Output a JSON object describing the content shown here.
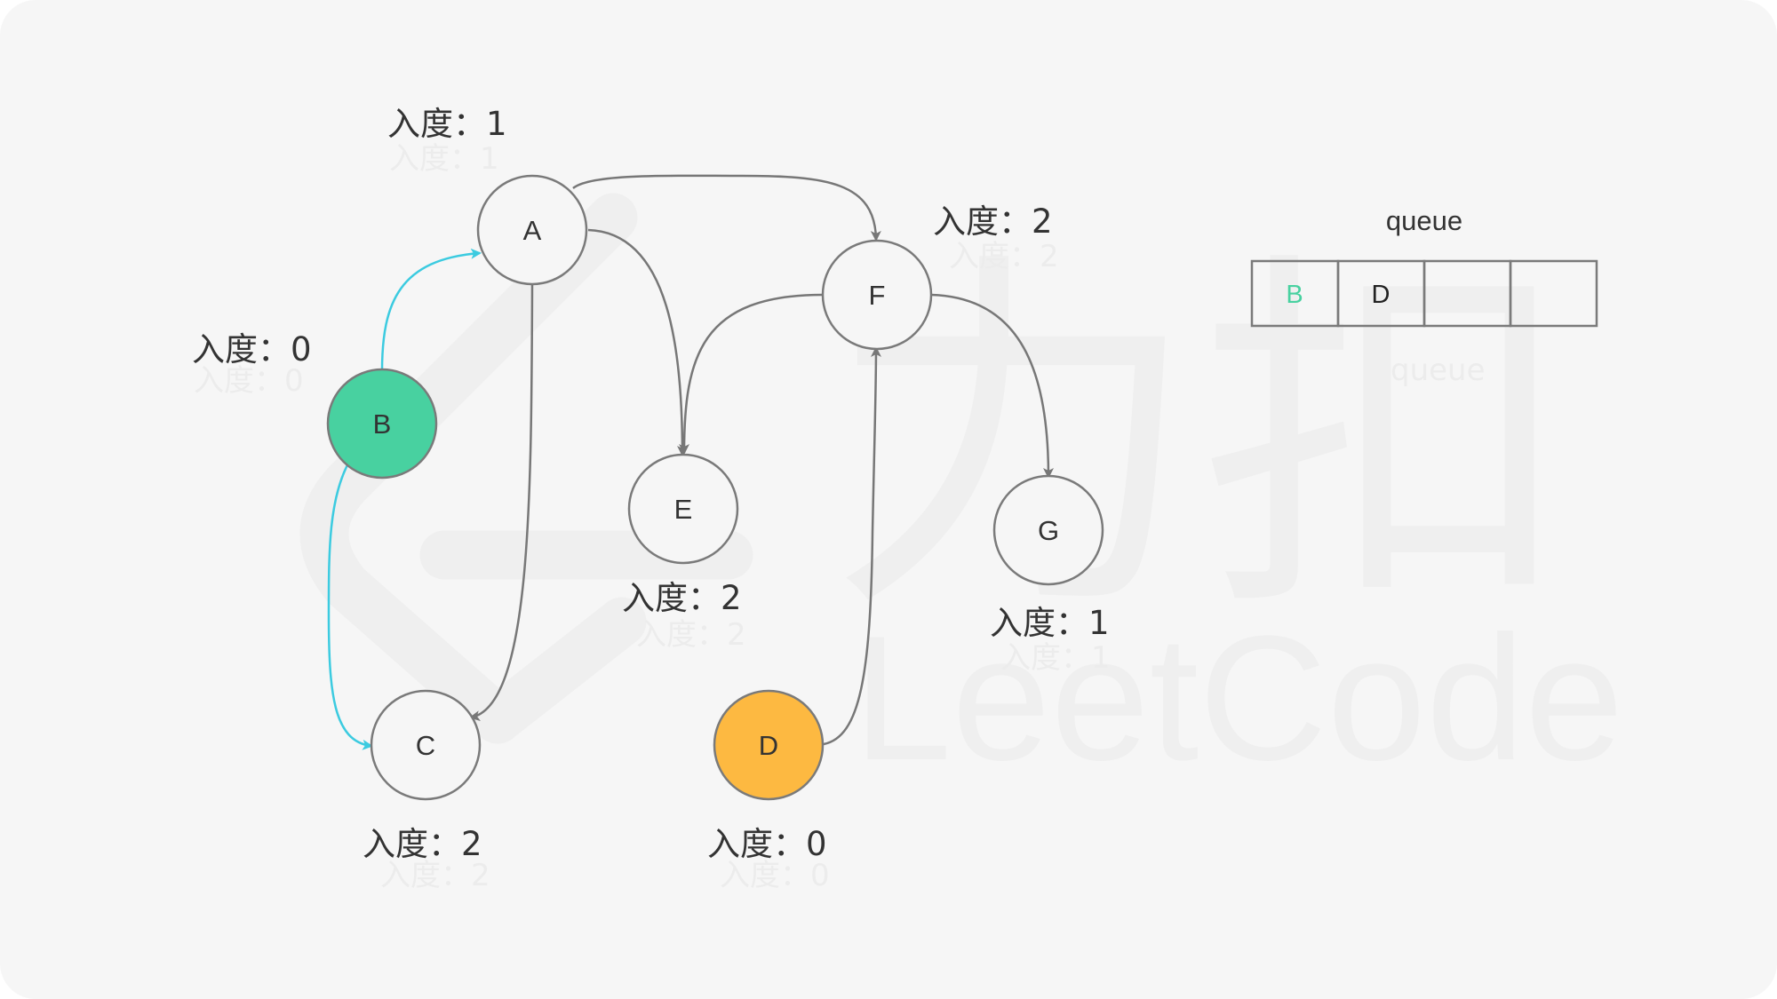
{
  "watermark": {
    "brand_cn": "力扣",
    "brand_en": "LeetCode"
  },
  "nodes": [
    {
      "id": "A",
      "label": "A",
      "indegree_label": "入度：1",
      "fill": "#f6f6f6"
    },
    {
      "id": "B",
      "label": "B",
      "indegree_label": "入度：0",
      "fill": "#48d1a0"
    },
    {
      "id": "C",
      "label": "C",
      "indegree_label": "入度：2",
      "fill": "#f6f6f6"
    },
    {
      "id": "D",
      "label": "D",
      "indegree_label": "入度：0",
      "fill": "#fdb941"
    },
    {
      "id": "E",
      "label": "E",
      "indegree_label": "入度：2",
      "fill": "#f6f6f6"
    },
    {
      "id": "F",
      "label": "F",
      "indegree_label": "入度：2",
      "fill": "#f6f6f6"
    },
    {
      "id": "G",
      "label": "G",
      "indegree_label": "入度：1",
      "fill": "#f6f6f6"
    }
  ],
  "edges": [
    {
      "from": "B",
      "to": "A",
      "highlight": true
    },
    {
      "from": "B",
      "to": "C",
      "highlight": true
    },
    {
      "from": "A",
      "to": "F",
      "highlight": false
    },
    {
      "from": "A",
      "to": "E",
      "highlight": false
    },
    {
      "from": "A",
      "to": "C",
      "highlight": false
    },
    {
      "from": "F",
      "to": "E",
      "highlight": false
    },
    {
      "from": "F",
      "to": "G",
      "highlight": false
    },
    {
      "from": "D",
      "to": "F",
      "highlight": false
    }
  ],
  "queue": {
    "title": "queue",
    "items": [
      {
        "label": "B",
        "color": "#48d1a0"
      },
      {
        "label": "D",
        "color": "#222222"
      },
      {
        "label": "",
        "color": "#222222"
      },
      {
        "label": "",
        "color": "#222222"
      }
    ]
  },
  "colors": {
    "edge": "#777777",
    "highlight_edge": "#3ccbe0",
    "node_stroke": "#7a7a7a"
  }
}
